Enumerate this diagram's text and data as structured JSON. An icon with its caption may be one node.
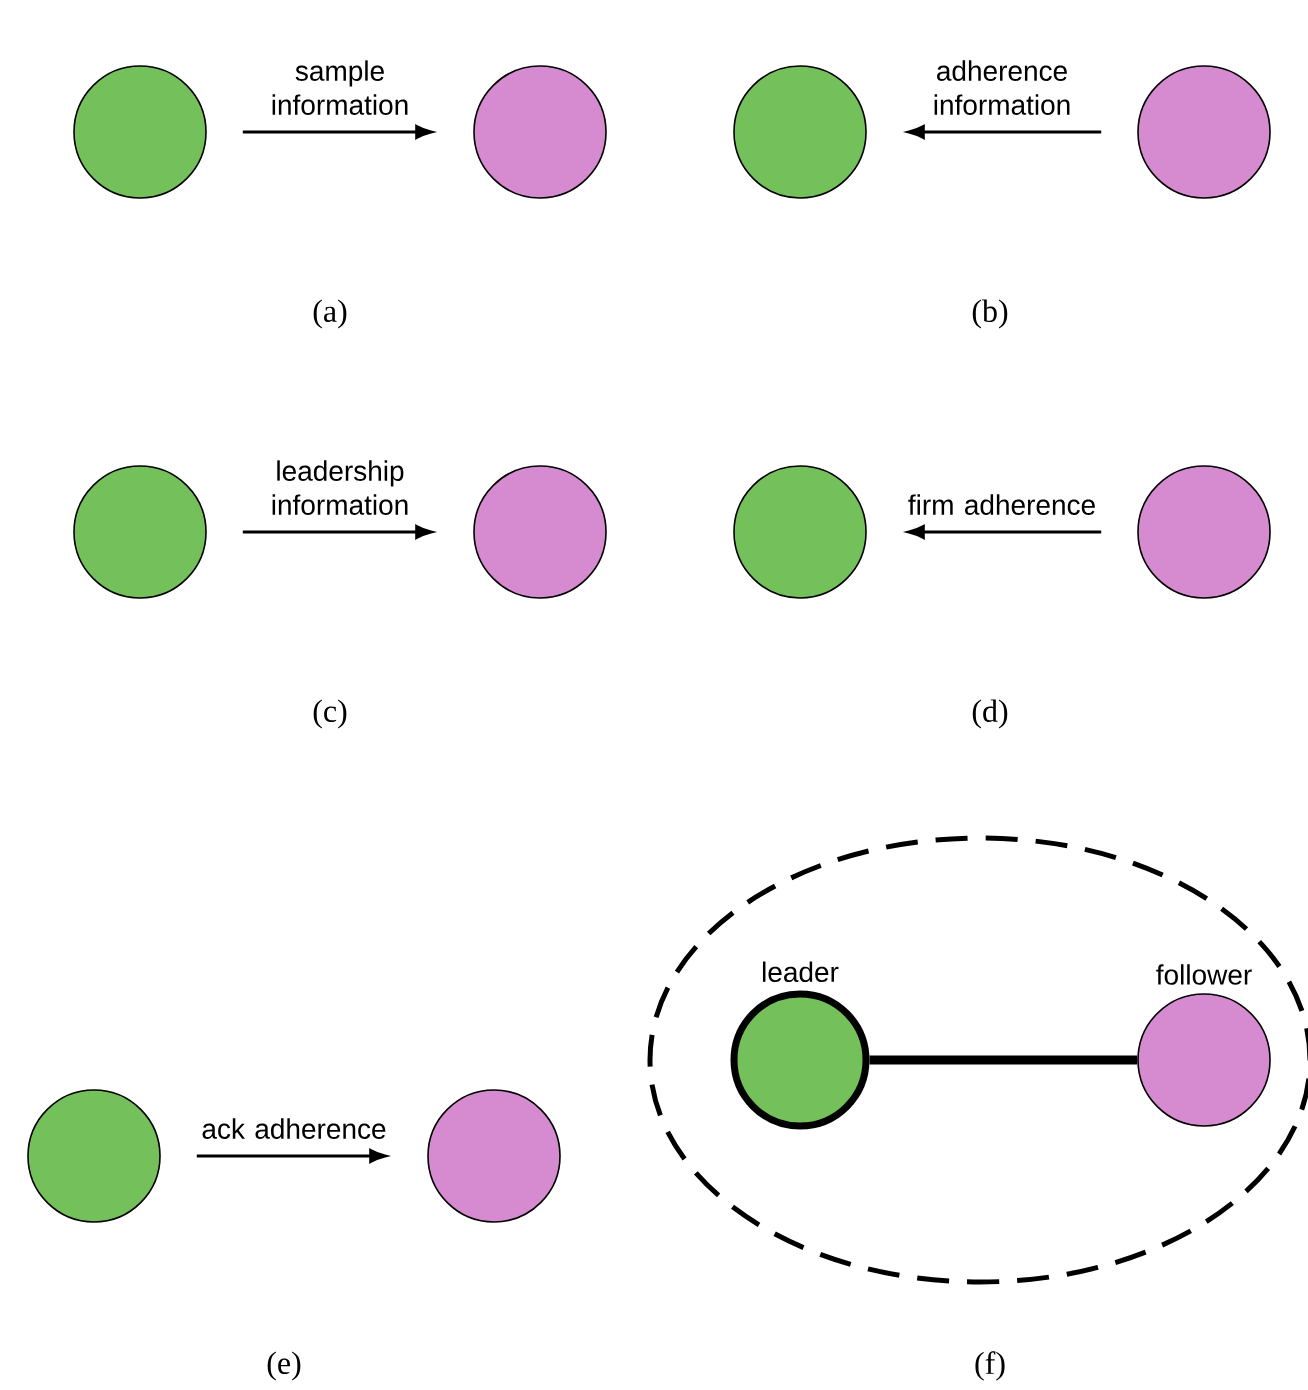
{
  "diagram": {
    "nodes": [
      {
        "text": [],
        "shape": "circle"
      },
      {
        "text": [],
        "shape": "circle"
      },
      {
        "text": [],
        "shape": "circle"
      },
      {
        "text": [],
        "shape": "circle"
      },
      {
        "text": [],
        "shape": "circle"
      },
      {
        "text": [],
        "shape": "circle"
      },
      {
        "text": [],
        "shape": "circle"
      },
      {
        "text": [],
        "shape": "circle"
      },
      {
        "text": [],
        "shape": "circle"
      },
      {
        "text": [],
        "shape": "circle"
      },
      {
        "text": [],
        "shape": "ellipse"
      },
      {
        "text": [
          "leader"
        ],
        "in": 10
      },
      {
        "text": [
          "follower"
        ],
        "in": 10
      }
    ],
    "edges": [
      {
        "from": 0,
        "to": 1,
        "arrow": "to",
        "label": "sample information"
      },
      {
        "from": 3,
        "to": 2,
        "arrow": "to",
        "label": "adherence information"
      },
      {
        "from": 4,
        "to": 5,
        "arrow": "to",
        "label": "leadership information"
      },
      {
        "from": 7,
        "to": 6,
        "arrow": "to",
        "label": "firm adherence"
      },
      {
        "from": 8,
        "to": 9,
        "arrow": "to",
        "label": "ack adherence"
      },
      {
        "from": 11,
        "to": 12,
        "arrow": "none",
        "style": "thick"
      }
    ],
    "labels": [
      "(a)",
      "(b)",
      "(c)",
      "(d)",
      "(e)",
      "(f)"
    ]
  }
}
